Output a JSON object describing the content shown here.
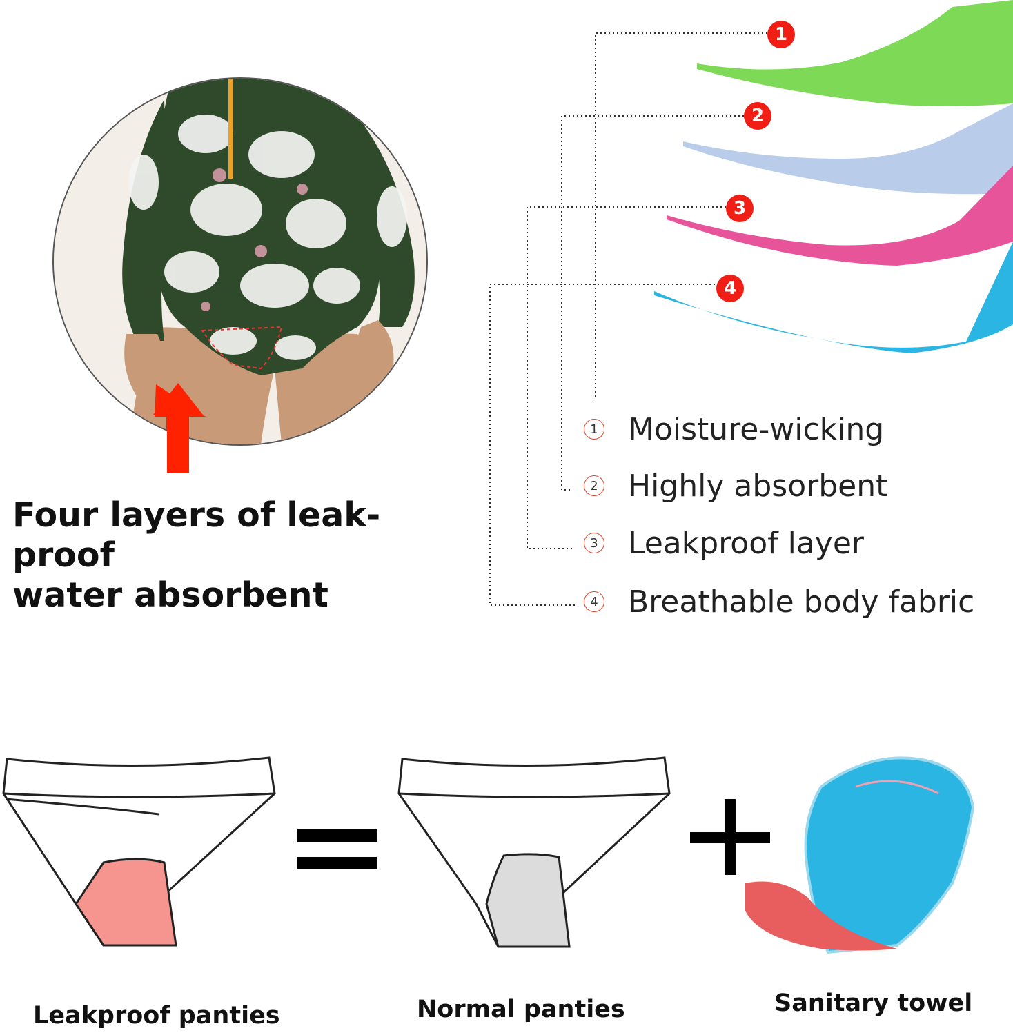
{
  "headline": {
    "line1": "Four layers of leak-proof",
    "line2": "water absorbent"
  },
  "layers": [
    {
      "number": "1",
      "label": "Moisture-wicking",
      "color": "#7ed957"
    },
    {
      "number": "2",
      "label": "Highly absorbent",
      "color": "#b9cdea"
    },
    {
      "number": "3",
      "label": "Leakproof layer",
      "color": "#e8549a"
    },
    {
      "number": "4",
      "label": "Breathable body fabric",
      "color": "#2ab5e3"
    }
  ],
  "comparison": {
    "leakproof_label": "Leakproof panties",
    "normal_label": "Normal panties",
    "towel_label": "Sanitary towel",
    "equals_symbol": "=",
    "plus_symbol": "+"
  },
  "colors": {
    "badge_red": "#f01e14",
    "arrow_red": "#ff2200",
    "gusset_pink": "#f6948f",
    "gusset_gray": "#dcdcdc"
  }
}
